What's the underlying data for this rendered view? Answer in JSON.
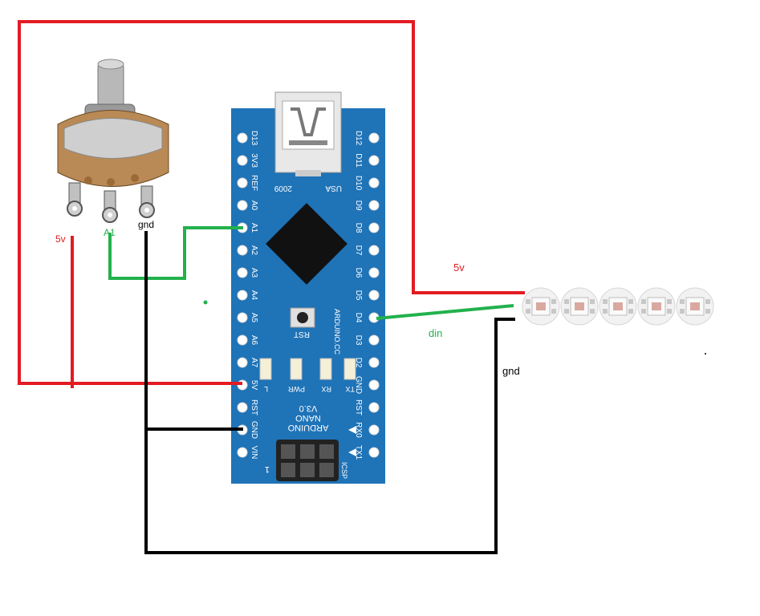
{
  "labels": {
    "pot_5v": "5v",
    "pot_a1": "A1",
    "pot_gnd": "gnd",
    "strip_5v": "5v",
    "strip_din": "din",
    "strip_gnd": "gnd"
  },
  "board": {
    "left_pins": [
      "D13",
      "3V3",
      "REF",
      "A0",
      "A1",
      "A2",
      "A3",
      "A4",
      "A5",
      "A6",
      "A7",
      "5V",
      "RST",
      "GND",
      "VIN"
    ],
    "right_pins": [
      "D12",
      "D11",
      "D10",
      "D9",
      "D8",
      "D7",
      "D6",
      "D5",
      "D4",
      "D3",
      "D2",
      "GND",
      "RST",
      "RX0",
      "TX1"
    ],
    "year": "2009",
    "country": "USA",
    "rst_button": "RST",
    "brand": "ARDUINO.CC",
    "led_labels": [
      "L",
      "PWR",
      "RX",
      "TX"
    ],
    "name_lines": [
      "ARDUINO",
      "NANO",
      "V3.0"
    ],
    "icsp": "ICSP",
    "icsp_pin1": "1"
  },
  "colors": {
    "power": "#e31b23",
    "signal": "#22b14c",
    "ground": "#000000",
    "board": "#1f73b7"
  },
  "led_count": 5
}
